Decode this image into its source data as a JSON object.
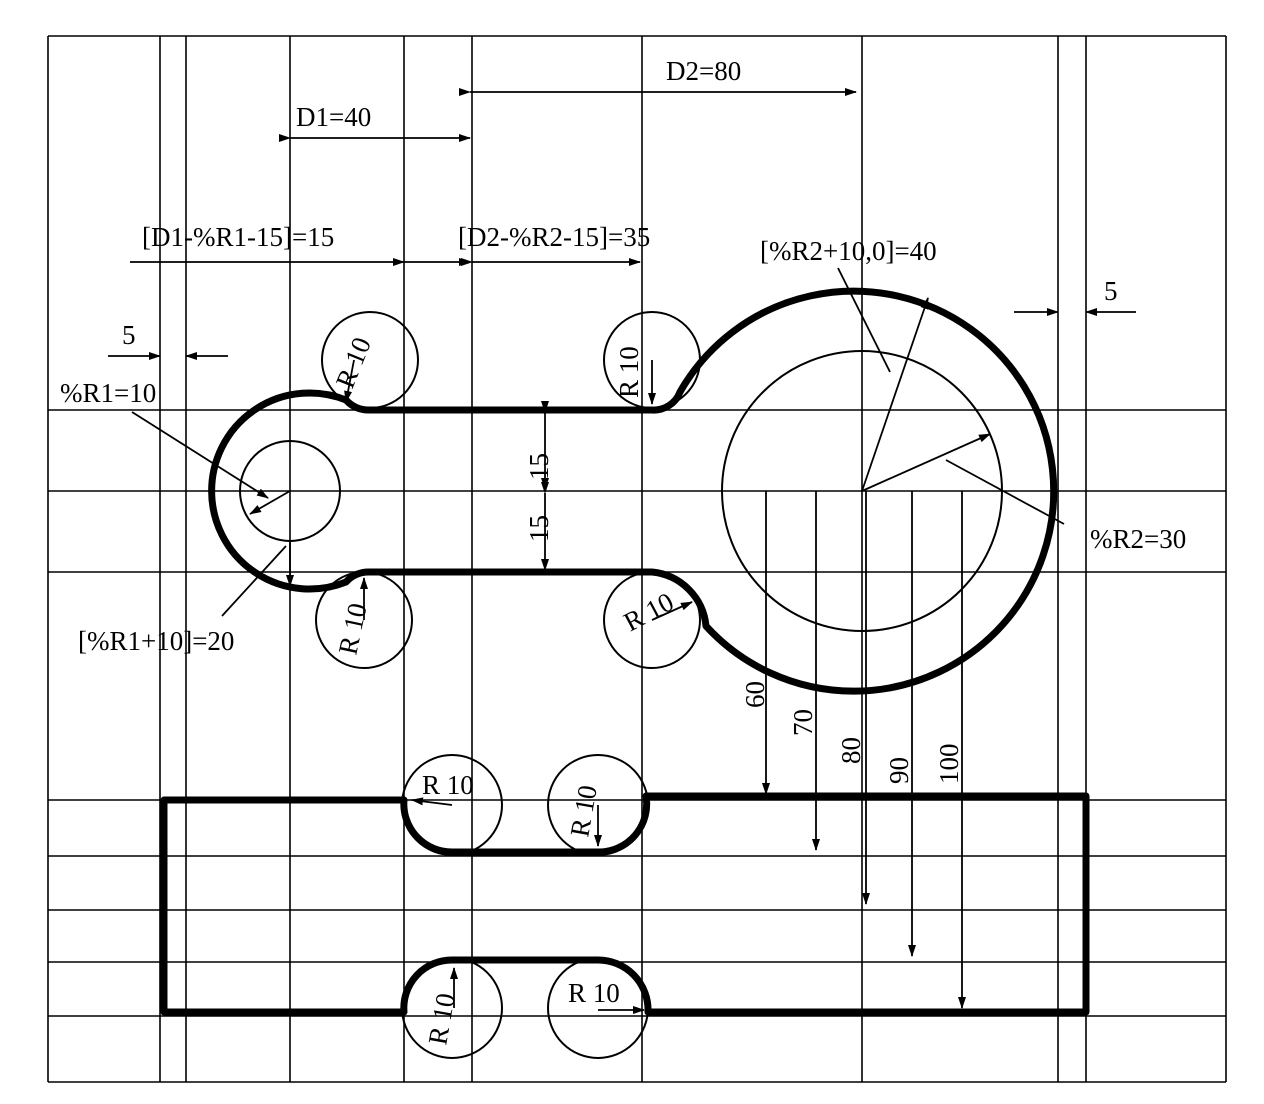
{
  "labels": {
    "d2": "D2=80",
    "d1": "D1=40",
    "d1_expr": "[D1-%R1-15]=15",
    "d2_expr": "[D2-%R2-15]=35",
    "r2_outer": "[%R2+10,0]=40",
    "gap_right": "5",
    "gap_left": "5",
    "r1": "%R1=10",
    "r1_outer": "[%R1+10]=20",
    "r2": "%R2=30",
    "half_top": "15",
    "half_bottom": "15",
    "fillet": "R 10",
    "depth_60": "60",
    "depth_70": "70",
    "depth_80": "80",
    "depth_90": "90",
    "depth_100": "100"
  }
}
